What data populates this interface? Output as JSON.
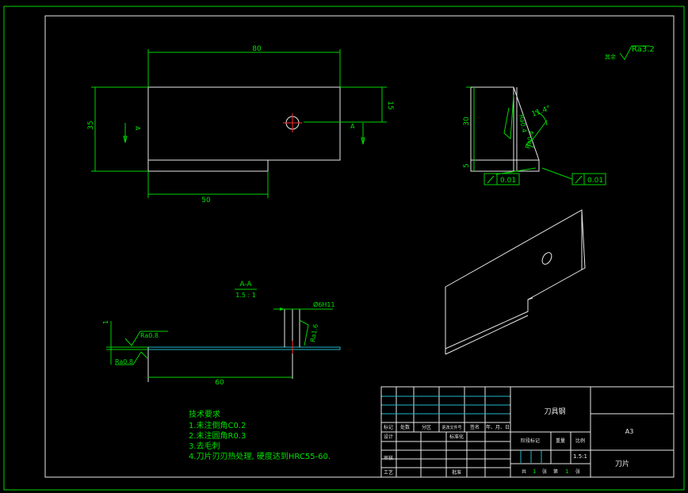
{
  "dims": {
    "top_width": "80",
    "left_height": "35",
    "right_offset": "15",
    "bottom_width": "50",
    "side_height": "30",
    "side_step": "5",
    "angle": "11.4°",
    "section_width": "60",
    "section_thk": "1",
    "hole": "Ø6H11"
  },
  "section": {
    "mark": "A",
    "title": "A-A",
    "scale": "1.5 : 1"
  },
  "roughness": {
    "general": "Ra3.2",
    "general_prefix": "其余",
    "face1": "Ra0.4",
    "face2": "Ra0.4",
    "sec_top": "Ra0.8",
    "sec_bottom": "Ra0.8",
    "hole": "Ra1.6"
  },
  "tolerance": {
    "left": "0.01",
    "right": "0.01"
  },
  "tech": {
    "heading": "技术要求",
    "items": [
      "1.未注倒角C0.2",
      "2.未注圆角R0.3",
      "3.去毛刺",
      "4.刀片刃刃热处理, 硬度达到HRC55-60."
    ]
  },
  "titleblock": {
    "material": "刀具钢",
    "paper_size": "A3",
    "part_name": "刀片",
    "scale": "1.5:1",
    "headers": [
      "标记",
      "处数",
      "分区",
      "更改文件号",
      "签名",
      "年、月、日"
    ],
    "row_design": "设计",
    "row_std": "标准化",
    "row_review": "审核",
    "row_process": "工艺",
    "row_approve": "批准",
    "stage_label": "阶段标记",
    "weight_label": "重量",
    "ratio_label": "比例",
    "sheets_total_label": "共",
    "sheets_total": "1",
    "sheets_unit1": "张",
    "sheet_no_label": "第",
    "sheet_no": "1",
    "sheets_unit2": "张"
  }
}
